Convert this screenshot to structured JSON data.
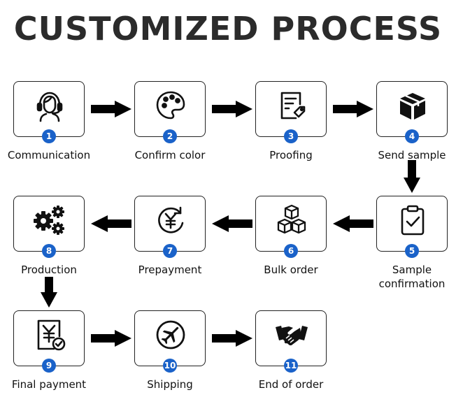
{
  "title": "CUSTOMIZED PROCESS",
  "accent_color": "#1a62c9",
  "steps": [
    {
      "number": "1",
      "label": "Communication",
      "icon": "headset-agent-icon"
    },
    {
      "number": "2",
      "label": "Confirm color",
      "icon": "palette-icon"
    },
    {
      "number": "3",
      "label": "Proofing",
      "icon": "document-tag-icon"
    },
    {
      "number": "4",
      "label": "Send sample",
      "icon": "package-box-icon"
    },
    {
      "number": "5",
      "label": "Sample confirmation",
      "icon": "clipboard-check-icon"
    },
    {
      "number": "6",
      "label": "Bulk order",
      "icon": "stacked-boxes-icon"
    },
    {
      "number": "7",
      "label": "Prepayment",
      "icon": "yen-refresh-icon"
    },
    {
      "number": "8",
      "label": "Production",
      "icon": "gears-icon"
    },
    {
      "number": "9",
      "label": "Final payment",
      "icon": "yen-bill-check-icon"
    },
    {
      "number": "10",
      "label": "Shipping",
      "icon": "airplane-icon"
    },
    {
      "number": "11",
      "label": "End of order",
      "icon": "handshake-icon"
    }
  ]
}
